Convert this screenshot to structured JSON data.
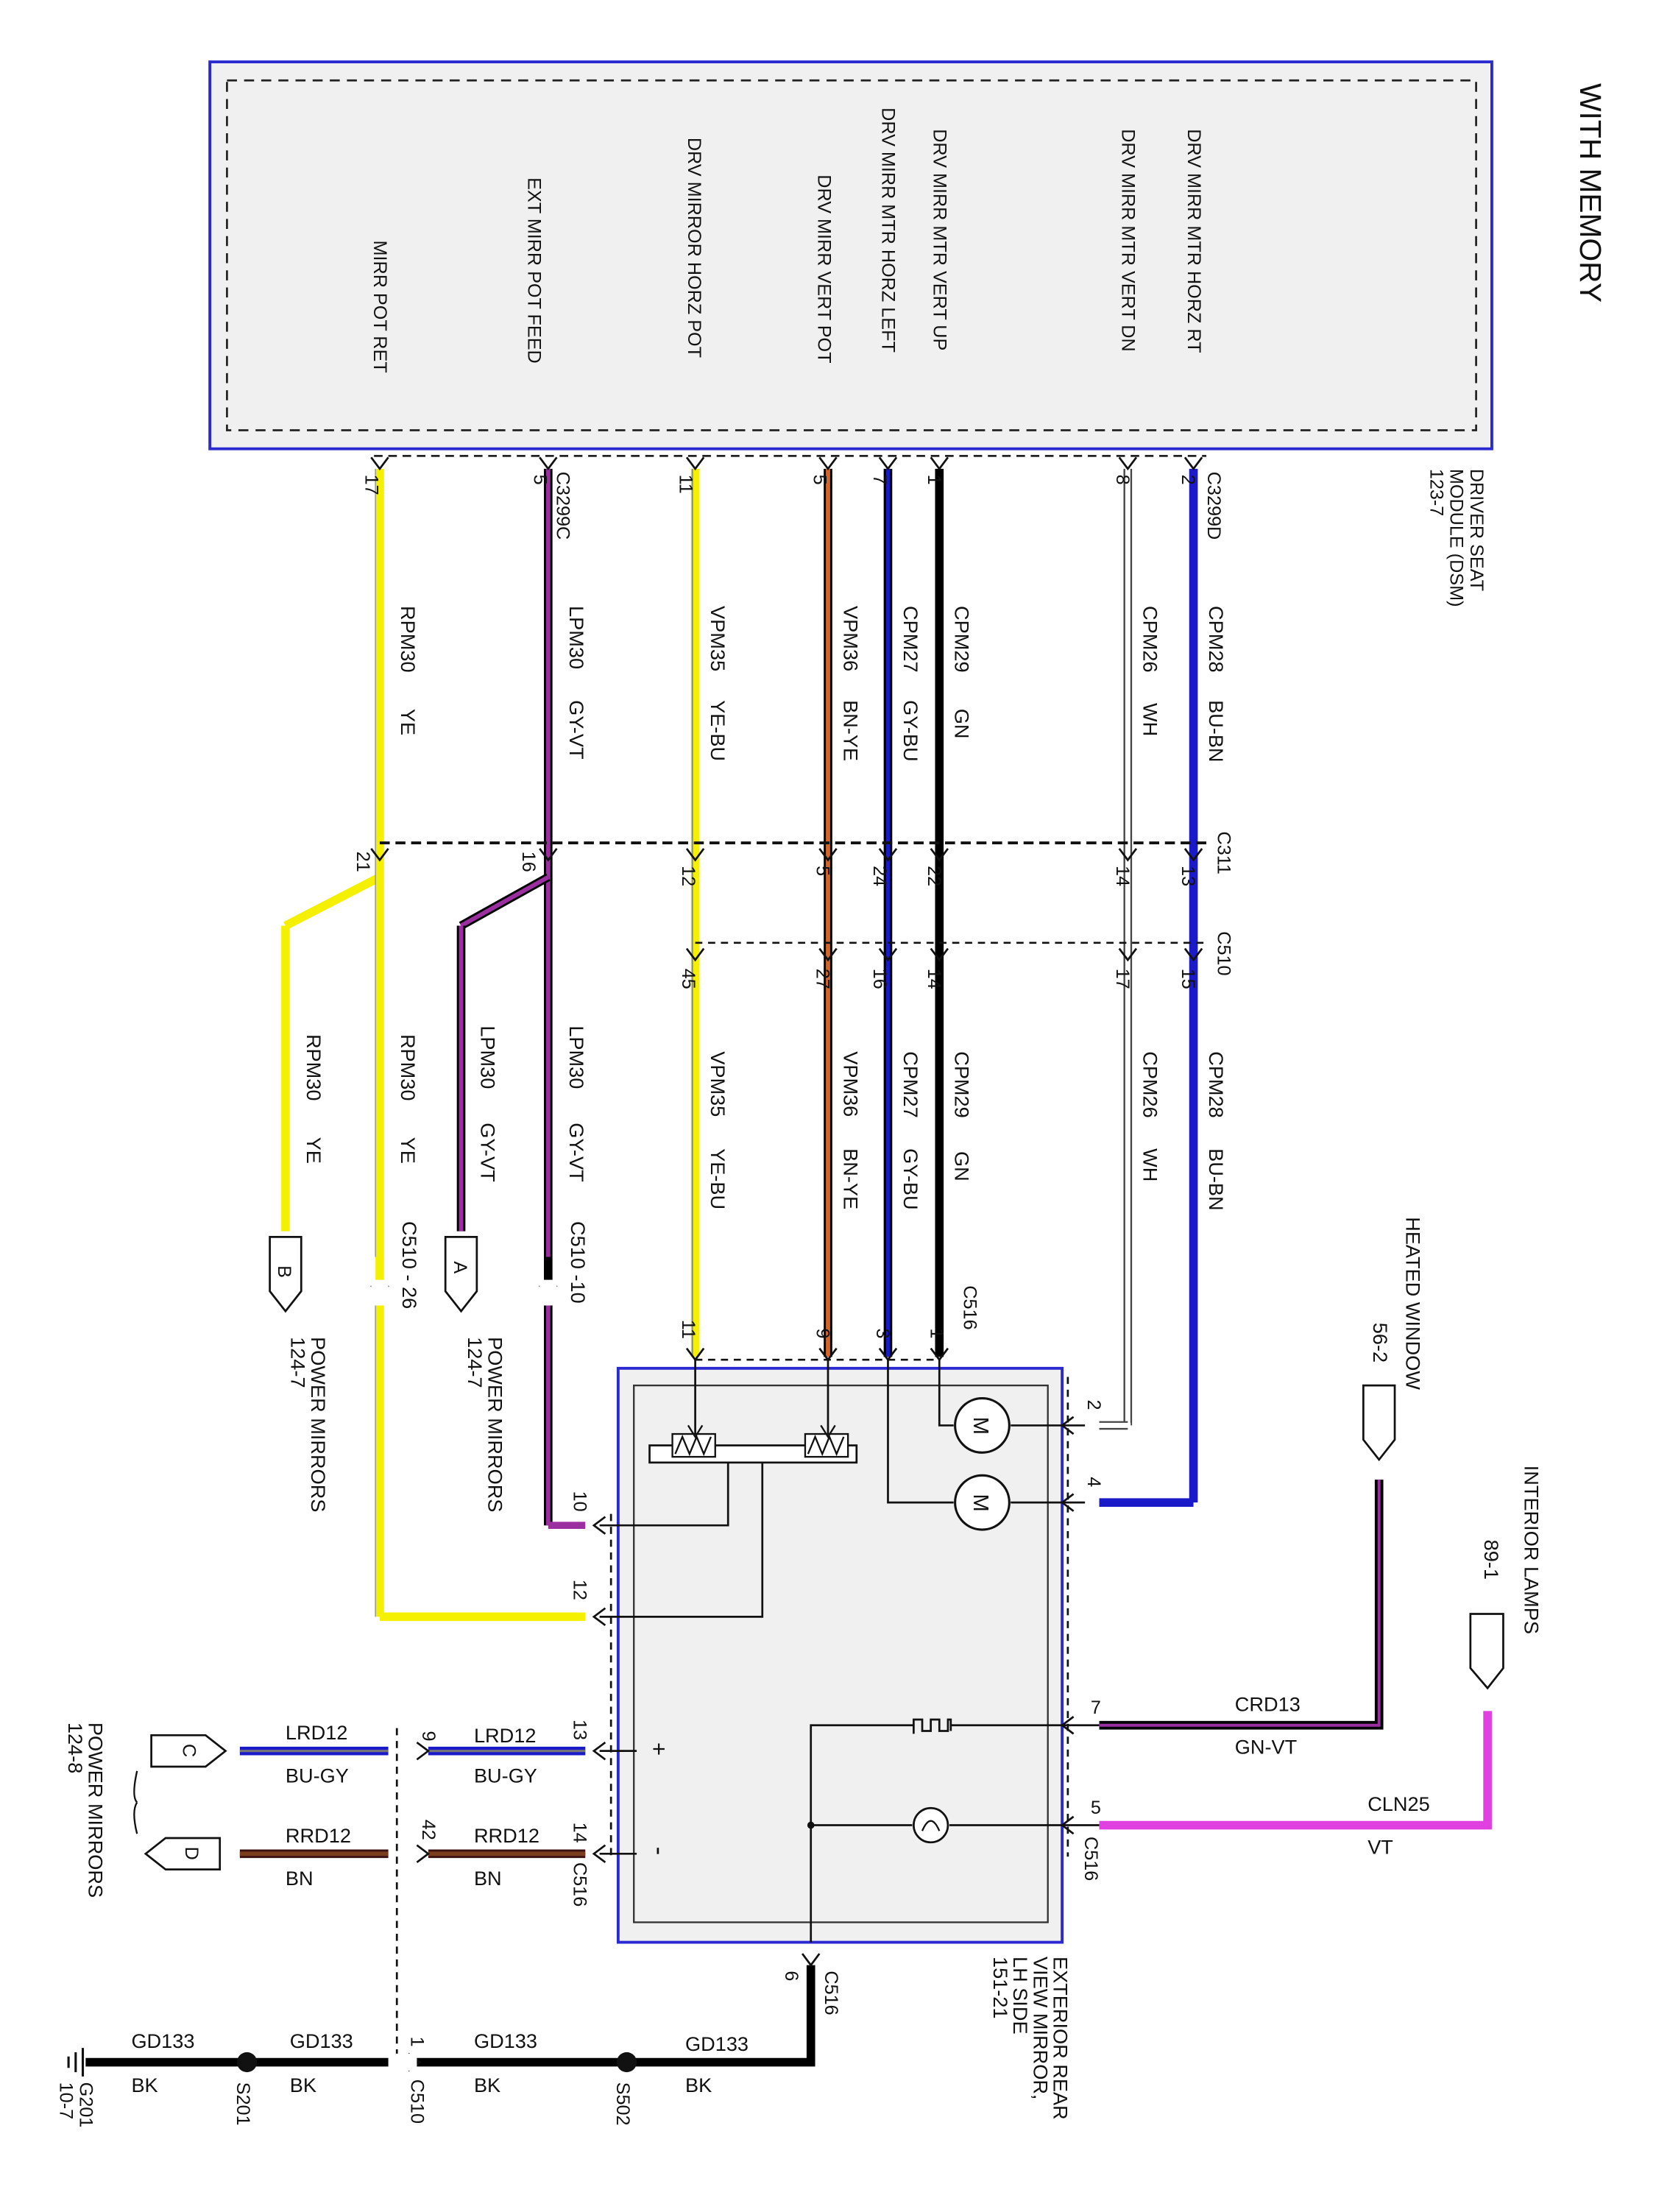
{
  "diagram": {
    "title": "WITH MEMORY",
    "dsm": {
      "name": "DRIVER SEAT MODULE (DSM)",
      "name_line1": "DRIVER SEAT",
      "name_line2": "MODULE (DSM)",
      "ref": "123-7",
      "connector_c": "C3299C",
      "connector_d": "C3299D",
      "signals": [
        "DRV MIRR MTR HORZ RT",
        "DRV MIRR MTR VERT DN",
        "DRV MIRR MTR VERT UP",
        "DRV MIRR MTR HORZ LEFT",
        "DRV MIRR VERT POT",
        "DRV MIRROR HORZ POT",
        "EXT MIRR POT FEED",
        "MIRR POT RET"
      ]
    },
    "circuits": [
      {
        "circuit": "CPM28",
        "color": "BU-BN",
        "dsm_pin": "2",
        "c311": "13",
        "c510": "15",
        "c516": "4"
      },
      {
        "circuit": "CPM26",
        "color": "WH",
        "dsm_pin": "8",
        "c311": "14",
        "c510": "17",
        "c516": "2"
      },
      {
        "circuit": "CPM29",
        "color": "GN",
        "dsm_pin": "1",
        "c311": "22",
        "c510": "14",
        "c516": "1"
      },
      {
        "circuit": "CPM27",
        "color": "GY-BU",
        "dsm_pin": "7",
        "c311": "24",
        "c510": "16",
        "c516": "3"
      },
      {
        "circuit": "VPM36",
        "color": "BN-YE",
        "dsm_pin": "5",
        "c311": "5",
        "c510": "27",
        "c516": "9"
      },
      {
        "circuit": "VPM35",
        "color": "YE-BU",
        "dsm_pin": "11",
        "c311": "12",
        "c510": "45",
        "c516": "11"
      },
      {
        "circuit": "LPM30",
        "color": "GY-VT",
        "dsm_pin": "5",
        "c311": "16",
        "c510_label": "C510 -10",
        "c516": "10",
        "branch_ref": "A"
      },
      {
        "circuit": "RPM30",
        "color": "YE",
        "dsm_pin": "17",
        "c311": "21",
        "c510_label": "C510 - 26",
        "c516": "12",
        "branch_ref": "B"
      }
    ],
    "connectors": {
      "c311": "C311",
      "c510": "C510",
      "c516": "C516",
      "c516_upper_pin": "C516",
      "c516_lower": "C516"
    },
    "power_mirrors": {
      "label": "POWER MIRRORS",
      "a_ref": "124-7",
      "b_ref": "124-7",
      "cd_ref": "124-8",
      "a": "A",
      "b": "B",
      "c": "C",
      "d": "D"
    },
    "heated_window": {
      "label": "HEATED WINDOW",
      "ref": "56-2",
      "circuit": "CRD13",
      "color": "GN-VT",
      "pin": "7"
    },
    "interior_lamps": {
      "label": "INTERIOR LAMPS",
      "ref": "89-1",
      "circuit": "CLN25",
      "color": "VT",
      "pin": "5"
    },
    "mirror": {
      "name_line1": "EXTERIOR REAR",
      "name_line2": "VIEW MIRROR,",
      "name_line3": "LH SIDE",
      "ref": "151-21",
      "motor": "M",
      "plus": "+",
      "minus": "-"
    },
    "lrd12": {
      "circuit": "LRD12",
      "color": "BU-GY",
      "pin_c510": "9",
      "pin_c516": "13"
    },
    "rrd12": {
      "circuit": "RRD12",
      "color": "BN",
      "pin_c510": "42",
      "pin_c516": "14"
    },
    "ground": {
      "circuit": "GD133",
      "color": "BK",
      "pin_c516": "6",
      "pin_c510": "1",
      "splice1": "S502",
      "splice2": "S201",
      "ground_point": "G201",
      "ground_ref": "10-7",
      "c510": "C510",
      "c516": "C516"
    },
    "colors": {
      "module_border": "#2a2ad0",
      "module_fill": "#f0f0f0",
      "blue": "#1a1ac8",
      "yellow": "#f4f000",
      "violet": "#9b2fa0",
      "brown": "#7a3e1e",
      "magenta": "#e040e0",
      "black": "#000000",
      "white": "#ffffff"
    }
  }
}
